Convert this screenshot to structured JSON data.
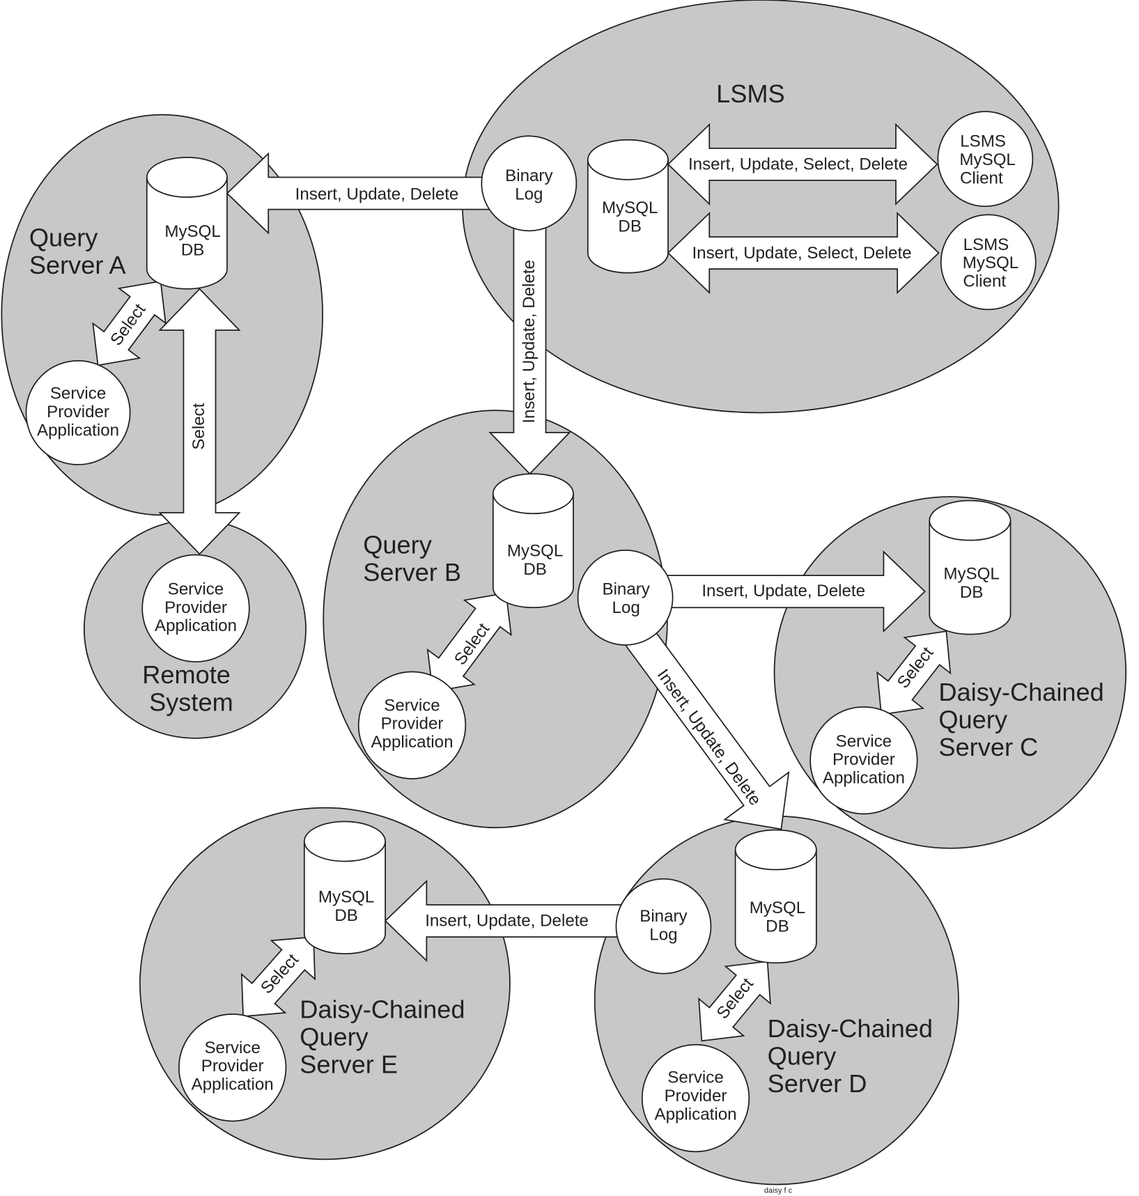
{
  "colors": {
    "zone_fill": "#c7c8ca",
    "shape_fill": "#ffffff",
    "stroke": "#231f20"
  },
  "lsms": {
    "title": "LSMS",
    "db": [
      "MySQL",
      "DB"
    ],
    "binary_log": [
      "Binary",
      "Log"
    ],
    "clients": [
      [
        "LSMS",
        "MySQL",
        "Client"
      ],
      [
        "LSMS",
        "MySQL",
        "Client"
      ]
    ],
    "client_arrows": [
      "Insert, Update, Select, Delete",
      "Insert, Update, Select, Delete"
    ]
  },
  "server_a": {
    "title": [
      "Query",
      "Server A"
    ],
    "db": [
      "MySQL",
      "DB"
    ],
    "app": [
      "Service",
      "Provider",
      "Application"
    ],
    "select": "Select"
  },
  "remote": {
    "title": [
      "Remote",
      "System"
    ],
    "app": [
      "Service",
      "Provider",
      "Application"
    ],
    "select": "Select"
  },
  "server_b": {
    "title": [
      "Query",
      "Server B"
    ],
    "db": [
      "MySQL",
      "DB"
    ],
    "binary_log": [
      "Binary",
      "Log"
    ],
    "app": [
      "Service",
      "Provider",
      "Application"
    ],
    "select": "Select"
  },
  "server_c": {
    "title": [
      "Daisy-Chained",
      "Query",
      "Server C"
    ],
    "db": [
      "MySQL",
      "DB"
    ],
    "app": [
      "Service",
      "Provider",
      "Application"
    ],
    "select": "Select"
  },
  "server_d": {
    "title": [
      "Daisy-Chained",
      "Query",
      "Server D"
    ],
    "db": [
      "MySQL",
      "DB"
    ],
    "binary_log": [
      "Binary",
      "Log"
    ],
    "app": [
      "Service",
      "Provider",
      "Application"
    ],
    "select": "Select"
  },
  "server_e": {
    "title": [
      "Daisy-Chained",
      "Query",
      "Server E"
    ],
    "db": [
      "MySQL",
      "DB"
    ],
    "app": [
      "Service",
      "Provider",
      "Application"
    ],
    "select": "Select"
  },
  "replication": {
    "lsms_to_a": "Insert, Update, Delete",
    "lsms_to_b": "Insert, Update, Delete",
    "b_to_c": "Insert, Update, Delete",
    "b_to_d": "Insert, Update, Delete",
    "d_to_e": "Insert, Update, Delete"
  },
  "footer": "daisy f c"
}
